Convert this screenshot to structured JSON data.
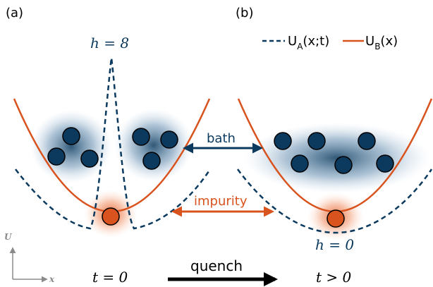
{
  "panels": {
    "a_label": "(a)",
    "b_label": "(b)"
  },
  "legend": {
    "ua_label": "U",
    "ua_sub": "A",
    "ua_args": "(x;t)",
    "ub_label": "U",
    "ub_sub": "B",
    "ub_args": "(x)"
  },
  "annotations": {
    "h8": "h = 8",
    "h0": "h = 0",
    "bath": "bath",
    "impurity": "impurity",
    "quench": "quench",
    "t0": "t = 0",
    "tpos": "t > 0",
    "axis_u": "U",
    "axis_x": "x"
  },
  "colors": {
    "bath_blue": "#0b3a5e",
    "impurity_orange": "#d9531e",
    "dashed": "#0b3a5e",
    "arrow_black": "#000000",
    "axis_gray": "#8a8a8a"
  }
}
